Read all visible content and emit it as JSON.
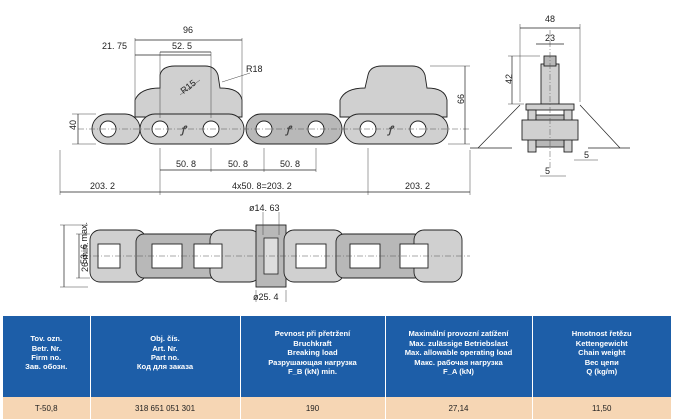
{
  "drawing": {
    "dim_96": "96",
    "dim_21_75": "21. 75",
    "dim_52_5": "52. 5",
    "dim_r18": "R18",
    "dim_r15": "R15",
    "dim_40": "40",
    "dim_66": "66",
    "dim_pitch_1": "50. 8",
    "dim_pitch_2": "50. 8",
    "dim_pitch_3": "50. 8",
    "dim_203_left": "203. 2",
    "dim_multi": "4x50. 8=203. 2",
    "dim_203_right": "203. 2",
    "dim_48": "48",
    "dim_23": "23",
    "dim_42": "42",
    "dim_5a": "5",
    "dim_5b": "5",
    "dim_d14": "ø14. 63",
    "dim_d25": "ø25. 4",
    "dim_53": "53. 6 max.",
    "dim_26": "26 min."
  },
  "table": {
    "headers": [
      [
        "Tov. ozn.",
        "Betr. Nr.",
        "Firm no.",
        "Зав. обозн."
      ],
      [
        "Obj. čís.",
        "Art. Nr.",
        "Part no.",
        "Код для заказа"
      ],
      [
        "Pevnost při přetržení",
        "Bruchkraft",
        "Breaking load",
        "Разрушающая нагрузка",
        "F_B (kN) min."
      ],
      [
        "Maximální provozní zatížení",
        "Max. zulässige Betriebslast",
        "Max. allowable operating load",
        "Макс. рабочая нагрузка",
        "F_A (kN)"
      ],
      [
        "Hmotnost řetězu",
        "Kettengewicht",
        "Chain weight",
        "Вес цепи",
        "Q (kg/m)"
      ]
    ],
    "row": {
      "firm_no": "T-50,8",
      "part_no": "318 651 051 301",
      "breaking_load": "190",
      "operating_load": "27,14",
      "weight": "11,50"
    }
  }
}
